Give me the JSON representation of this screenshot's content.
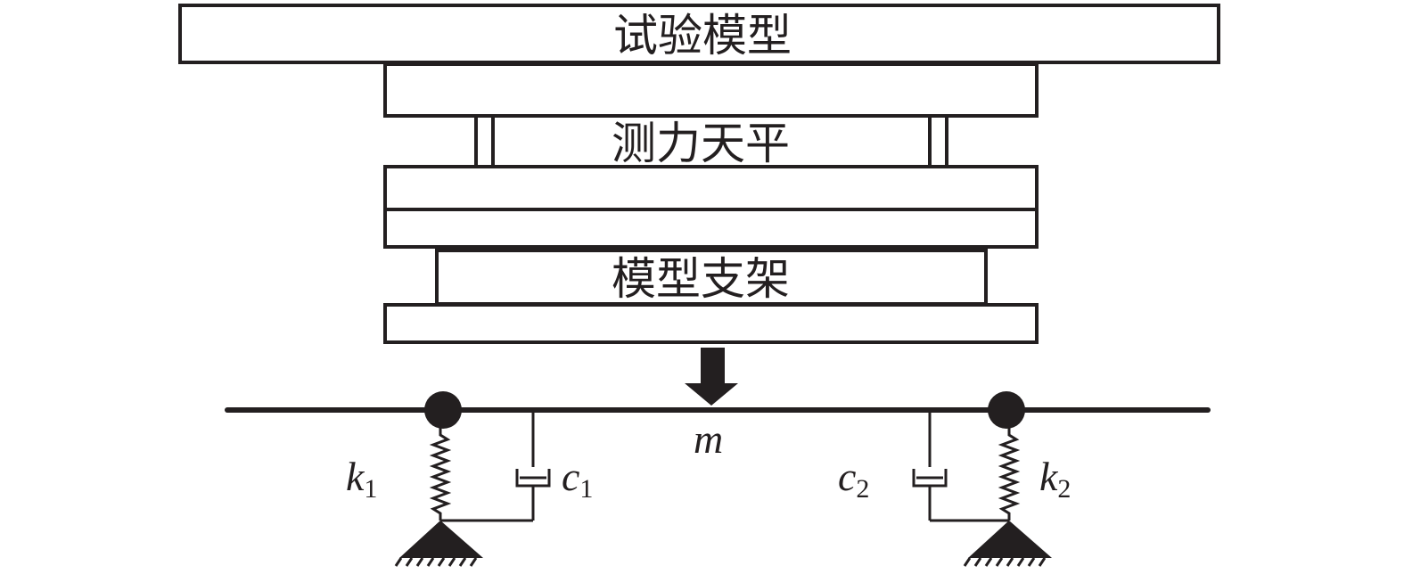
{
  "labels": {
    "test_model": "试验模型",
    "force_balance": "测力天平",
    "model_support": "模型支架",
    "mass": "m",
    "k1": "k",
    "k1_sub": "1",
    "c1": "c",
    "c1_sub": "1",
    "c2": "c",
    "c2_sub": "2",
    "k2": "k",
    "k2_sub": "2"
  },
  "colors": {
    "stroke": "#231f20",
    "background": "#ffffff"
  }
}
